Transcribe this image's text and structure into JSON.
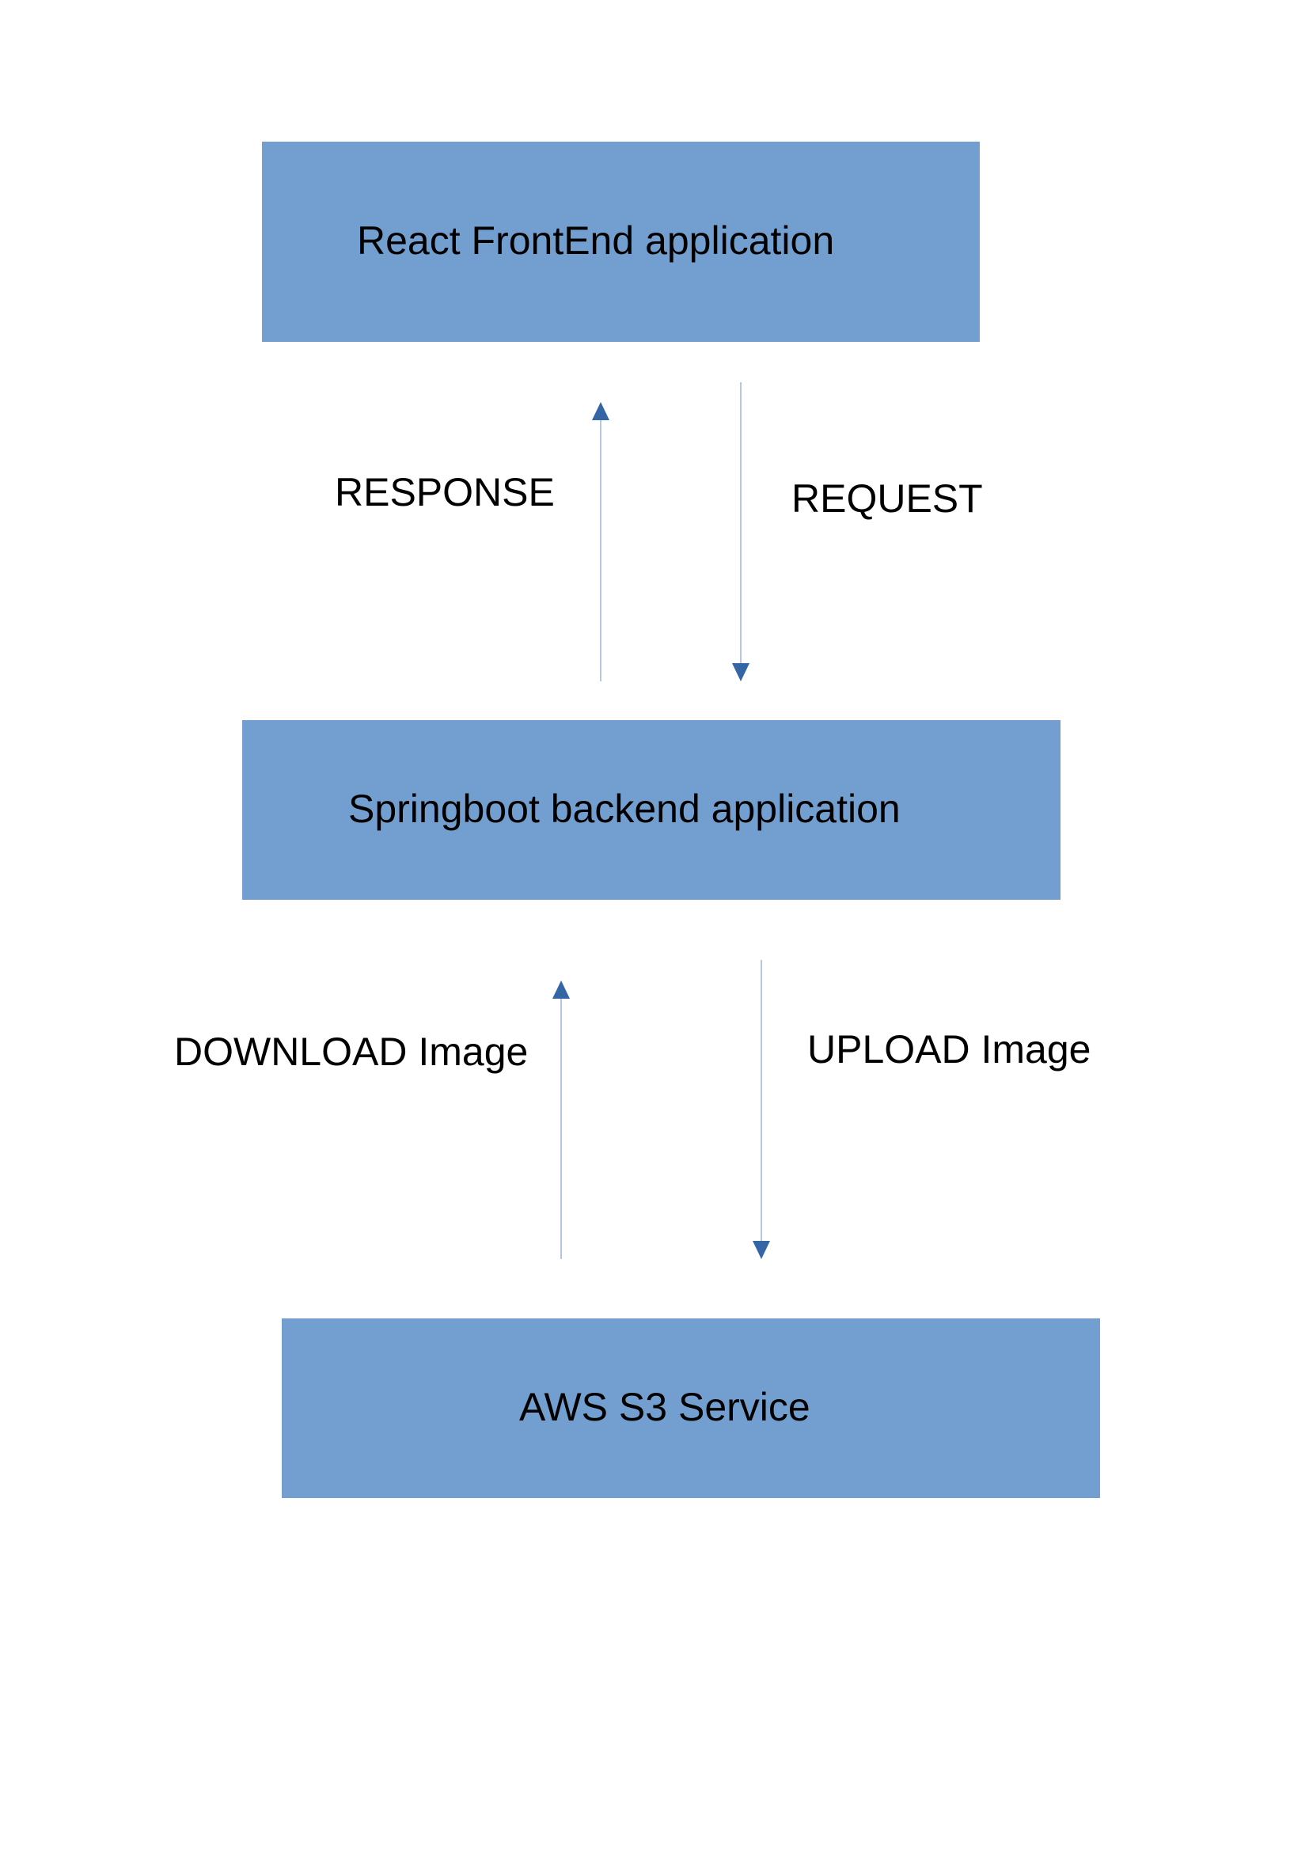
{
  "boxes": {
    "frontend": "React FrontEnd application",
    "backend": "Springboot backend application",
    "s3": "AWS S3 Service"
  },
  "arrows": {
    "response": "RESPONSE",
    "request": "REQUEST",
    "download": "DOWNLOAD Image",
    "upload": "UPLOAD Image"
  },
  "colors": {
    "box_fill": "#729fcf",
    "arrow_head": "#3465a4",
    "arrow_line": "#b4c7e7"
  }
}
